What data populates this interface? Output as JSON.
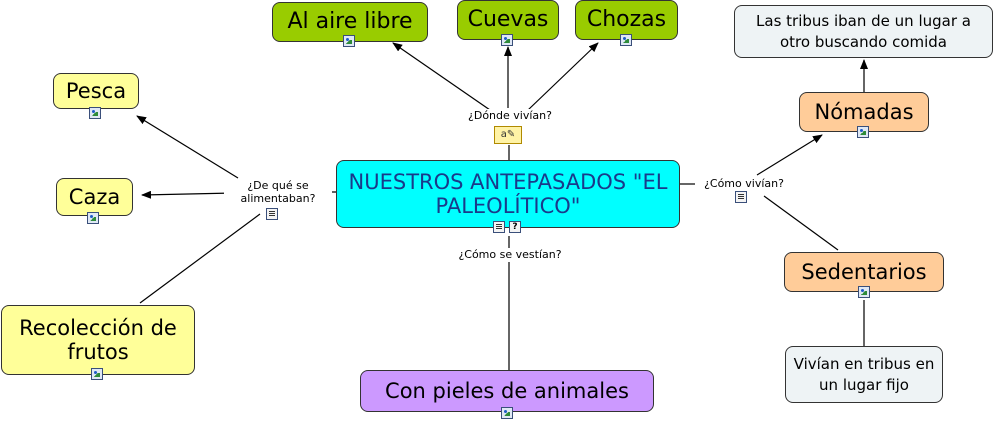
{
  "nodes": {
    "center": "NUESTROS ANTEPASADOS \"EL PALEOLÍTICO\"",
    "al_aire_libre": "Al aire libre",
    "cuevas": "Cuevas",
    "chozas": "Chozas",
    "pesca": "Pesca",
    "caza": "Caza",
    "recoleccion": "Recolección de frutos",
    "pieles": "Con pieles de animales",
    "nomadas": "Nómadas",
    "nomadas_desc": "Las tribus iban de un lugar a otro buscando comida",
    "sedentarios": "Sedentarios",
    "sedentarios_desc": "Vivían en tribus en un lugar fijo"
  },
  "labels": {
    "donde": "¿Dónde vivían?",
    "alimentaban": "¿De qué se alimentaban?",
    "como_vivian": "¿Cómo vivían?",
    "vestian": "¿Cómo se vestían?"
  },
  "icons": {
    "image": "image-icon",
    "document": "document-icon",
    "question": "question-icon",
    "note": "note-icon",
    "note_glyph": "a✎"
  },
  "colors": {
    "center": "#00ffff",
    "green": "#99cc00",
    "yellow": "#ffff99",
    "purple": "#cc99ff",
    "orange": "#ffcc99",
    "light": "#eef3f5"
  }
}
